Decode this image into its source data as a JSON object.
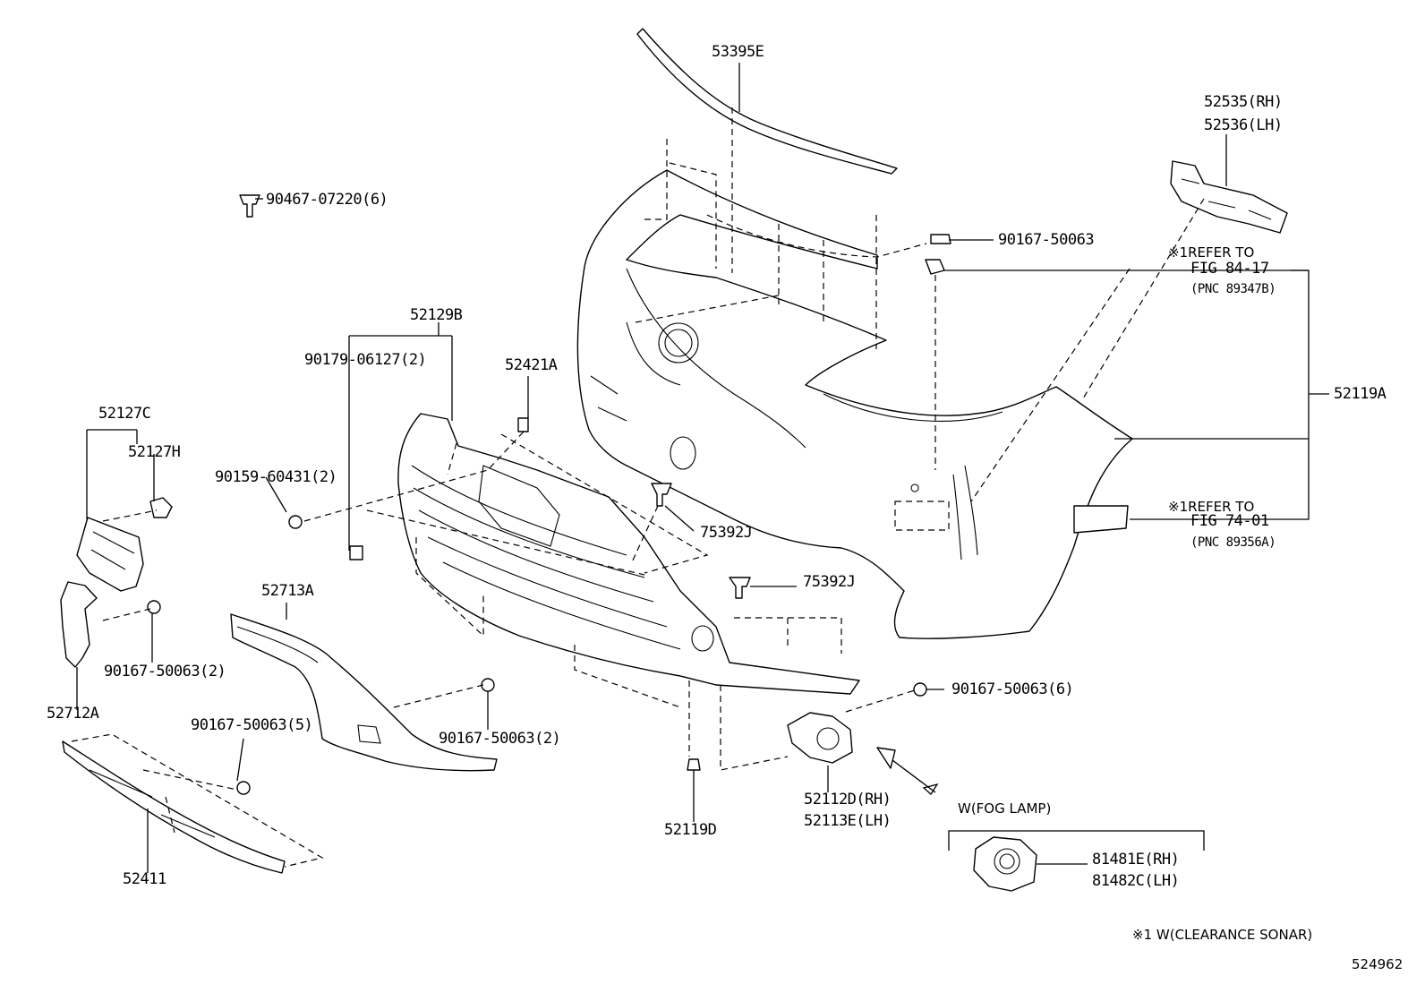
{
  "labels": {
    "p53395E": "53395E",
    "p52535": "52535(RH)",
    "p52536": "52536(LH)",
    "p90467": "90467-07220(6)",
    "p90167_top": "90167-50063",
    "refer1_a": "※1REFER TO",
    "refer1_b": "FIG 84-17",
    "refer1_c": "(PNC 89347B)",
    "p52119A": "52119A",
    "refer2_a": "※1REFER TO",
    "refer2_b": "FIG 74-01",
    "refer2_c": "(PNC 89356A)",
    "p52129B": "52129B",
    "p90179": "90179-06127(2)",
    "p52421A": "52421A",
    "p52127C": "52127C",
    "p52127H": "52127H",
    "p90159": "90159-60431(2)",
    "p75392J_1": "75392J",
    "p75392J_2": "75392J",
    "p52713A": "52713A",
    "p90167_2a": "90167-50063(2)",
    "p52712A": "52712A",
    "p90167_5": "90167-50063(5)",
    "p90167_2b": "90167-50063(2)",
    "p90167_6": "90167-50063(6)",
    "p52411": "52411",
    "p52119D": "52119D",
    "p52112D": "52112D(RH)",
    "p52113E": "52113E(LH)",
    "fog": "W(FOG LAMP)",
    "p81481E": "81481E(RH)",
    "p81482C": "81482C(LH)",
    "footnote": "※1 W(CLEARANCE SONAR)",
    "fig_no": "524962"
  }
}
